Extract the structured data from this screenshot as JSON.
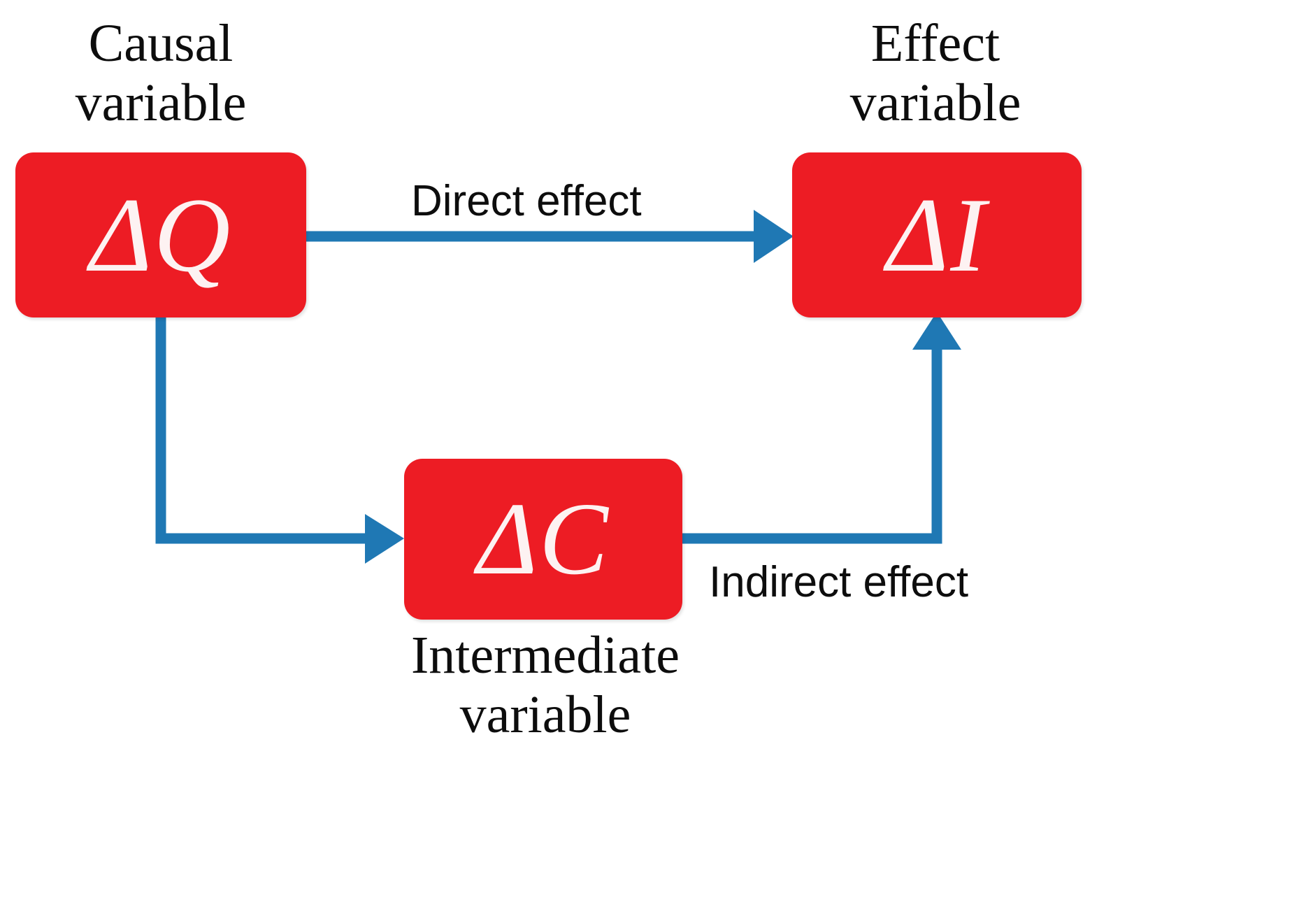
{
  "figure": {
    "type": "causal-mediation-diagram",
    "background_color": "#ffffff",
    "node_color": "#ED1C24",
    "node_text_color": "#FDF2F2",
    "edge_color": "#1F78B4",
    "caption_text_color": "#0d0d0d"
  },
  "nodes": {
    "causal": {
      "symbol": "ΔQ",
      "caption": "Causal\nvariable",
      "role": "Causal variable"
    },
    "effect": {
      "symbol": "ΔI",
      "caption": "Effect\nvariable",
      "role": "Effect variable"
    },
    "intermediate": {
      "symbol": "ΔC",
      "caption": "Intermediate\nvariable",
      "role": "Intermediate variable"
    }
  },
  "edges": {
    "direct": {
      "label": "Direct effect",
      "from": "ΔQ",
      "to": "ΔI"
    },
    "indirect": {
      "label": "Indirect effect",
      "from": "ΔC",
      "to": "ΔI"
    },
    "mediator_in": {
      "label": "",
      "from": "ΔQ",
      "to": "ΔC"
    }
  }
}
